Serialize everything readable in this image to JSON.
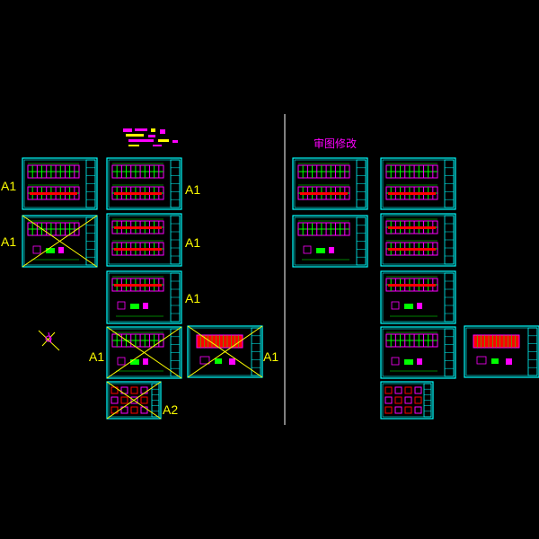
{
  "colors": {
    "background": "#000000",
    "frame": "#00ffff",
    "lines": "#00ff00",
    "walls": "#ff00ff",
    "fill": "#ff0000",
    "cross": "#ffff00",
    "labels_a": "#ffff00",
    "labels_b": "#ff00ff",
    "divider": "#ffffff"
  },
  "left": {
    "sheet_labels": [
      "A1",
      "A1",
      "A1",
      "A1",
      "A1",
      "A1",
      "A1",
      "A2"
    ]
  },
  "right": {
    "title": "审图修改"
  }
}
